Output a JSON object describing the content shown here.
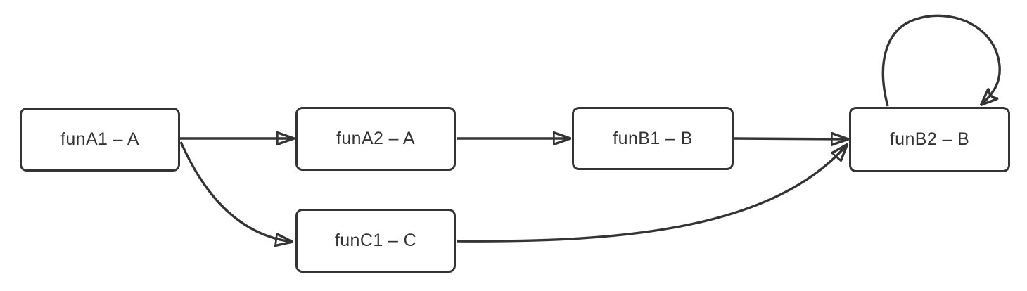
{
  "diagram": {
    "type": "flowchart",
    "background_color": "#ffffff",
    "stroke_color": "#343434",
    "text_color": "#333333",
    "nodes": [
      {
        "id": "funA1",
        "label": "funA1 – A"
      },
      {
        "id": "funA2",
        "label": "funA2 – A"
      },
      {
        "id": "funB1",
        "label": "funB1 – B"
      },
      {
        "id": "funB2",
        "label": "funB2 – B"
      },
      {
        "id": "funC1",
        "label": "funC1 – C"
      }
    ],
    "edges": [
      {
        "from": "funA1",
        "to": "funA2",
        "type": "straight"
      },
      {
        "from": "funA2",
        "to": "funB1",
        "type": "straight"
      },
      {
        "from": "funB1",
        "to": "funB2",
        "type": "straight"
      },
      {
        "from": "funA1",
        "to": "funC1",
        "type": "curved"
      },
      {
        "from": "funC1",
        "to": "funB2",
        "type": "curved"
      },
      {
        "from": "funB2",
        "to": "funB2",
        "type": "self-loop"
      }
    ]
  }
}
